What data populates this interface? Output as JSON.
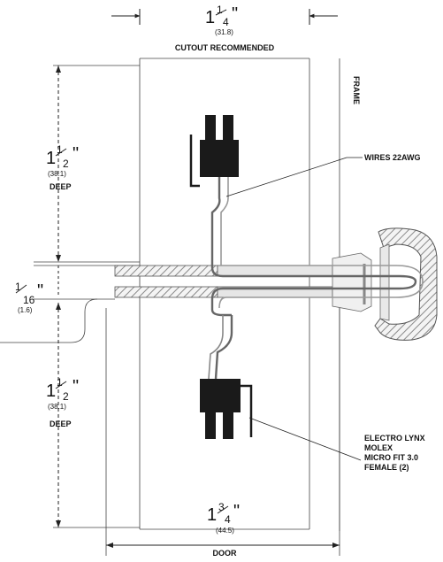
{
  "top_dimension": {
    "whole": "1",
    "fraction_num": "1",
    "fraction_den": "4",
    "unit": "\"",
    "metric": "(31.8)",
    "caption": "CUTOUT RECOMMENDED"
  },
  "upper_depth": {
    "whole": "1",
    "fraction_num": "1",
    "fraction_den": "2",
    "unit": "\"",
    "metric": "(38.1)",
    "caption": "DEEP"
  },
  "gap_dimension": {
    "fraction_num": "1",
    "fraction_den": "16",
    "unit": "\"",
    "metric": "(1.6)"
  },
  "lower_depth": {
    "whole": "1",
    "fraction_num": "1",
    "fraction_den": "2",
    "unit": "\"",
    "metric": "(38.1)",
    "caption": "DEEP"
  },
  "bottom_dimension": {
    "whole": "1",
    "fraction_num": "3",
    "fraction_den": "4",
    "unit": "\"",
    "metric": "(44.5)",
    "caption": "DOOR"
  },
  "frame_label": "FRAME",
  "wires_label": "WIRES 22AWG",
  "connector_callout": [
    "ELECTRO LYNX",
    "MOLEX",
    "MICRO FIT 3.0",
    "FEMALE (2)"
  ],
  "colors": {
    "line": "#222222",
    "connector": "#1a1a1a",
    "hatch": "#9a9a9a",
    "fill_light": "#ececec",
    "wire": "#555555"
  }
}
